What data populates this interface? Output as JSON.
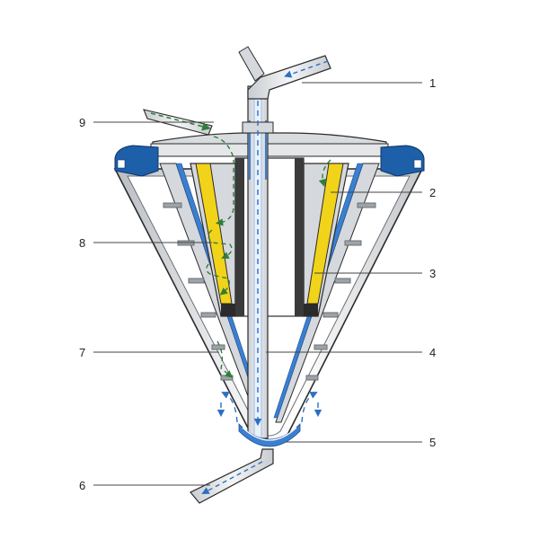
{
  "labels": {
    "l1": "1",
    "l2": "2",
    "l3": "3",
    "l4": "4",
    "l5": "5",
    "l6": "6",
    "l7": "7",
    "l8": "8",
    "l9": "9"
  },
  "colors": {
    "cap_blue": "#1d5fa8",
    "liquid_blue": "#3b7fd0",
    "light_blue": "#a9c6e6",
    "yellow": "#f1d31a",
    "green_flow": "#2f7d3a",
    "grey_body": "#c9ccd0",
    "dark": "#2b2b2b"
  }
}
